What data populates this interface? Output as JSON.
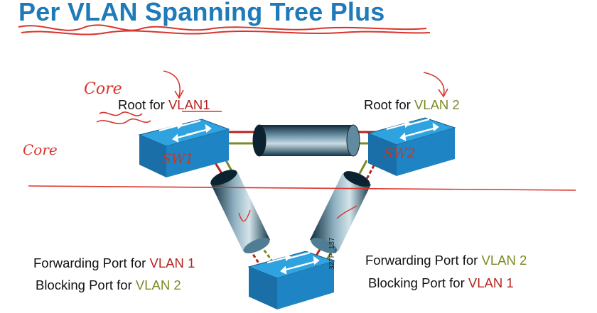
{
  "title": "Per VLAN Spanning Tree Plus",
  "labels": {
    "sw1_root_prefix": "Root for ",
    "sw1_root_vlan": "VLAN1",
    "sw2_root_prefix": "Root for ",
    "sw2_root_vlan": "VLAN 2",
    "left_fwd_prefix": "Forwarding Port for ",
    "left_fwd_vlan": "VLAN 1",
    "left_blk_prefix": "Blocking Port for ",
    "left_blk_vlan": "VLAN 2",
    "right_fwd_prefix": "Forwarding Port for ",
    "right_fwd_vlan": "VLAN 2",
    "right_blk_prefix": "Blocking Port for ",
    "right_blk_vlan": "VLAN 1",
    "figure_code": "327P_137"
  },
  "annotations": {
    "core_top": "Core",
    "core_left": "Core",
    "sw1_hand": "SW1",
    "sw2_hand": "SW2"
  },
  "colors": {
    "title": "#1e7ab8",
    "vlan1": "#b5231d",
    "vlan2": "#7a8a25",
    "switch_top": "#2fa3df",
    "switch_side": "#1a6fa8",
    "annotation_ink": "#d9342b"
  },
  "icons": [
    "switch-icon",
    "trunk-link-tube",
    "bidirectional-arrows-icon"
  ]
}
